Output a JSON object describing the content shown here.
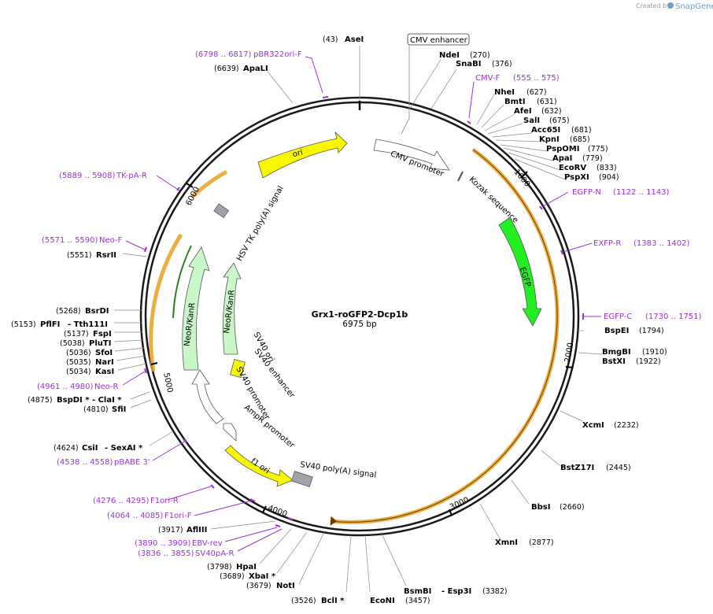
{
  "app": {
    "credit_prefix": "Created by",
    "credit_brand": "SnapGene"
  },
  "plasmid": {
    "name": "Grx1-roGFP2-Dcp1b",
    "size_label": "6975 bp"
  },
  "ruler_ticks": [
    "1000",
    "2000",
    "3000",
    "4000",
    "5000"
  ],
  "features": {
    "cmv_enhancer": "CMV enhancer",
    "ori": "ori",
    "cmv_promoter": "CMV promoter",
    "kozak": "Kozak sequence",
    "egfp": "EGFP",
    "hsv_tk": "HSV TK poly(A) signal",
    "neokanr_1": "NeoR/KanR",
    "neokanr_2": "NeoR/KanR",
    "sv40_ori": "SV40 ori",
    "sv40_enh": "SV40 enhancer",
    "sv40_prom": "SV40 promoter",
    "ampr_prom": "AmpR promoter",
    "f1_ori": "f1 ori",
    "sv40_polya": "SV40 poly(A) signal"
  },
  "enzymes": [
    {
      "name": "AseI",
      "pos": "(43)"
    },
    {
      "name": "ApaLI",
      "pos": "(6639)"
    },
    {
      "name": "NdeI",
      "pos": "(270)"
    },
    {
      "name": "SnaBI",
      "pos": "(376)"
    },
    {
      "name": "NheI",
      "pos": "(627)"
    },
    {
      "name": "BmtI",
      "pos": "(631)"
    },
    {
      "name": "AfeI",
      "pos": "(632)"
    },
    {
      "name": "SalI",
      "pos": "(675)"
    },
    {
      "name": "Acc65I",
      "pos": "(681)"
    },
    {
      "name": "KpnI",
      "pos": "(685)"
    },
    {
      "name": "PspOMI",
      "pos": "(775)"
    },
    {
      "name": "ApaI",
      "pos": "(779)"
    },
    {
      "name": "EcoRV",
      "pos": "(833)"
    },
    {
      "name": "PspXI",
      "pos": "(904)"
    },
    {
      "name": "BspEI",
      "pos": "(1794)"
    },
    {
      "name": "BmgBI",
      "pos": "(1910)"
    },
    {
      "name": "BstXI",
      "pos": "(1922)"
    },
    {
      "name": "XcmI",
      "pos": "(2232)"
    },
    {
      "name": "BstZ17I",
      "pos": "(2445)"
    },
    {
      "name": "BbsI",
      "pos": "(2660)"
    },
    {
      "name": "XmnI",
      "pos": "(2877)"
    },
    {
      "name": "BsmBI",
      "pos": ""
    },
    {
      "name": "- Esp3I",
      "pos": "(3382)"
    },
    {
      "name": "EcoNI",
      "pos": "(3457)"
    },
    {
      "name": "BclI *",
      "pos": "(3526)"
    },
    {
      "name": "NotI",
      "pos": "(3679)"
    },
    {
      "name": "XbaI *",
      "pos": "(3689)"
    },
    {
      "name": "HpaI",
      "pos": "(3798)"
    },
    {
      "name": "AflIII",
      "pos": "(3917)"
    },
    {
      "name": "CsiI",
      "pos": "(4624)"
    },
    {
      "name": "- SexAI *",
      "pos": ""
    },
    {
      "name": "SfiI",
      "pos": "(4810)"
    },
    {
      "name": "BspDI * - ClaI *",
      "pos": "(4875)"
    },
    {
      "name": "KasI",
      "pos": "(5034)"
    },
    {
      "name": "NarI",
      "pos": "(5035)"
    },
    {
      "name": "SfoI",
      "pos": "(5036)"
    },
    {
      "name": "PluTI",
      "pos": "(5038)"
    },
    {
      "name": "FspI",
      "pos": "(5137)"
    },
    {
      "name": "PflFI",
      "pos": "(5153)"
    },
    {
      "name": "- Tth111I",
      "pos": ""
    },
    {
      "name": "BsrDI",
      "pos": "(5268)"
    },
    {
      "name": "RsrII",
      "pos": "(5551)"
    }
  ],
  "primers": [
    {
      "name": "pBR322ori-F",
      "range": "(6798 .. 6817)"
    },
    {
      "name": "CMV-F",
      "range": "(555 .. 575)"
    },
    {
      "name": "EGFP-N",
      "range": "(1122 .. 1143)"
    },
    {
      "name": "EXFP-R",
      "range": "(1383 .. 1402)"
    },
    {
      "name": "EGFP-C",
      "range": "(1730 .. 1751)"
    },
    {
      "name": "TK-pA-R",
      "range": "(5889 .. 5908)"
    },
    {
      "name": "Neo-F",
      "range": "(5571 .. 5590)"
    },
    {
      "name": "Neo-R",
      "range": "(4961 .. 4980)"
    },
    {
      "name": "pBABE 3'",
      "range": "(4538 .. 4558)"
    },
    {
      "name": "F1ori-R",
      "range": "(4276 .. 4295)"
    },
    {
      "name": "F1ori-F",
      "range": "(4064 .. 4085)"
    },
    {
      "name": "EBV-rev",
      "range": "(3890 .. 3909)"
    },
    {
      "name": "SV40pA-R",
      "range": "(3836 .. 3855)"
    }
  ],
  "colors": {
    "backbone": "#1a1a1a",
    "ori": "#f7f700",
    "egfp": "#22ee22",
    "neokanr": "#c8f7c8",
    "orf_outline": "#e8a020",
    "orf_inner": "#6b3a00",
    "neo_inner": "#2e7d1e",
    "primer": "#9b30d9",
    "polyA": "#a0a4aa"
  }
}
